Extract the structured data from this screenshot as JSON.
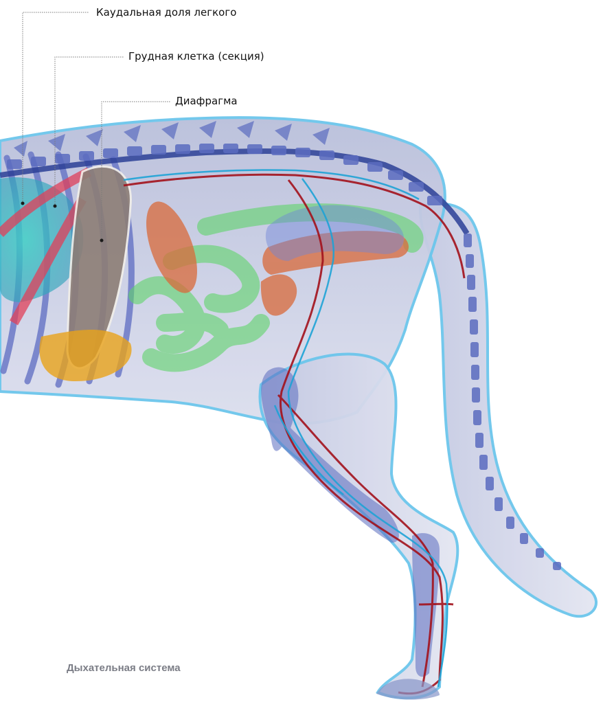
{
  "figure": {
    "callouts": [
      {
        "id": "caudal-lung-lobe",
        "label": "Каудальная доля легкого"
      },
      {
        "id": "thorax-section",
        "label": "Грудная клетка (секция)"
      },
      {
        "id": "diaphragm",
        "label": "Диафрагма"
      }
    ],
    "caption": "Дыхательная система"
  },
  "colors": {
    "body_fill": "#c9cde2",
    "body_outline": "#62c3ea",
    "vertebrae": "#5b6cc0",
    "artery": "#a3121c",
    "vein": "#1ea3d6",
    "lung": "#1fb7b6",
    "intestine": "#5fd46a",
    "kidney_liver": "#d96a3a",
    "ribs": "#6573c5",
    "caption": "#7b7d86",
    "leader_line": "#7a7a7a"
  }
}
